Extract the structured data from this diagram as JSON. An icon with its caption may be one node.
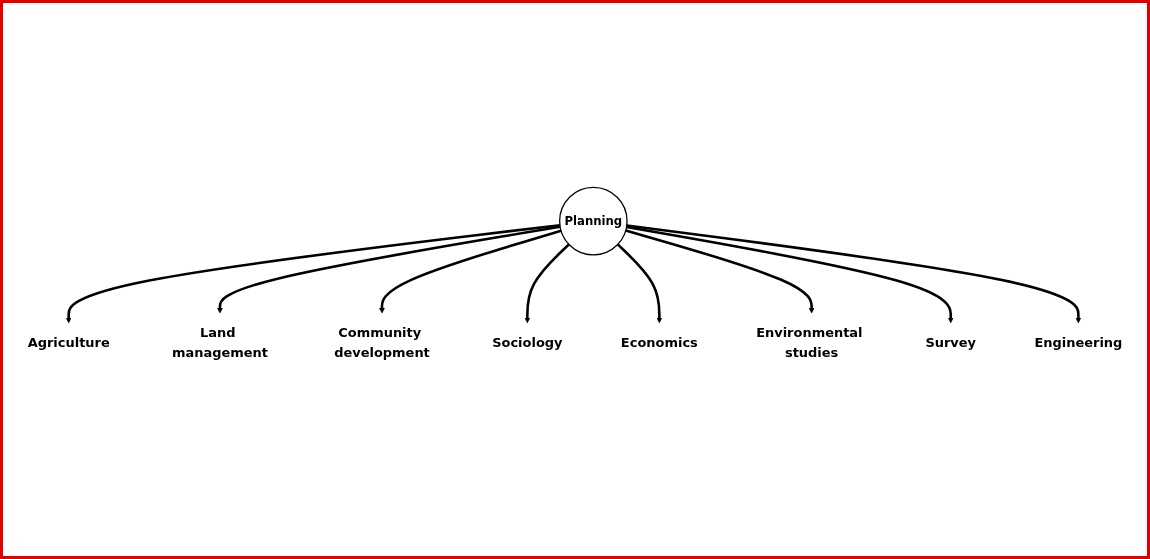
{
  "diagram": {
    "nodes": [
      {
        "text": [
          "Agriculture"
        ]
      },
      {
        "text": [
          "Land management"
        ]
      },
      {
        "text": [
          "Community development"
        ]
      },
      {
        "text": [
          "Sociology"
        ]
      },
      {
        "text": [
          "Planning"
        ]
      },
      {
        "text": [
          "Economics"
        ]
      },
      {
        "text": [
          "Environmental studies"
        ]
      },
      {
        "text": [
          "Survey"
        ]
      },
      {
        "text": [
          "Engineering"
        ]
      }
    ],
    "edges": [
      {
        "from": 4,
        "to": 0,
        "arrow": "to"
      },
      {
        "from": 4,
        "to": 1,
        "arrow": "to"
      },
      {
        "from": 4,
        "to": 2,
        "arrow": "to"
      },
      {
        "from": 4,
        "to": 3,
        "arrow": "to"
      },
      {
        "from": 4,
        "to": 5,
        "arrow": "to"
      },
      {
        "from": 4,
        "to": 6,
        "arrow": "to"
      },
      {
        "from": 4,
        "to": 7,
        "arrow": "to"
      },
      {
        "from": 4,
        "to": 8,
        "arrow": "to"
      }
    ]
  }
}
